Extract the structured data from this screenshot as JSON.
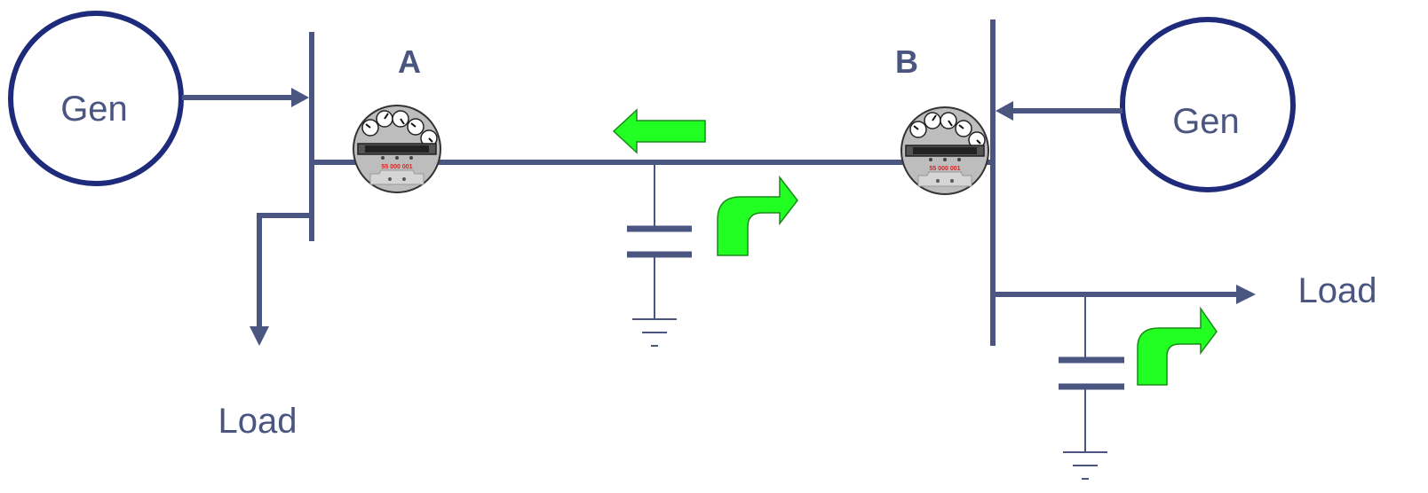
{
  "colors": {
    "line": "#4a5580",
    "gen_circle": "#1e2a7a",
    "arrow_fill": "#22ff22",
    "arrow_stroke": "#1a8a1a",
    "meter_body": "#bdbdbd",
    "meter_text": "#dd2222"
  },
  "buses": {
    "a": {
      "label": "A"
    },
    "b": {
      "label": "B"
    }
  },
  "generators": {
    "left": {
      "label": "Gen"
    },
    "right": {
      "label": "Gen"
    }
  },
  "loads": {
    "left": {
      "label": "Load"
    },
    "right": {
      "label": "Load"
    }
  },
  "meters": {
    "a": {
      "serial": "55 000 001",
      "icon": "electric-meter-icon"
    },
    "b": {
      "serial": "55 000 001",
      "icon": "electric-meter-icon"
    }
  },
  "flow_arrows": [
    {
      "id": "real-power-flow",
      "direction": "left",
      "icon": "arrow-left-icon"
    },
    {
      "id": "reactive-flow-line",
      "direction": "up-right",
      "icon": "curved-arrow-icon"
    },
    {
      "id": "reactive-flow-bus-b",
      "direction": "up-right",
      "icon": "curved-arrow-icon"
    }
  ]
}
